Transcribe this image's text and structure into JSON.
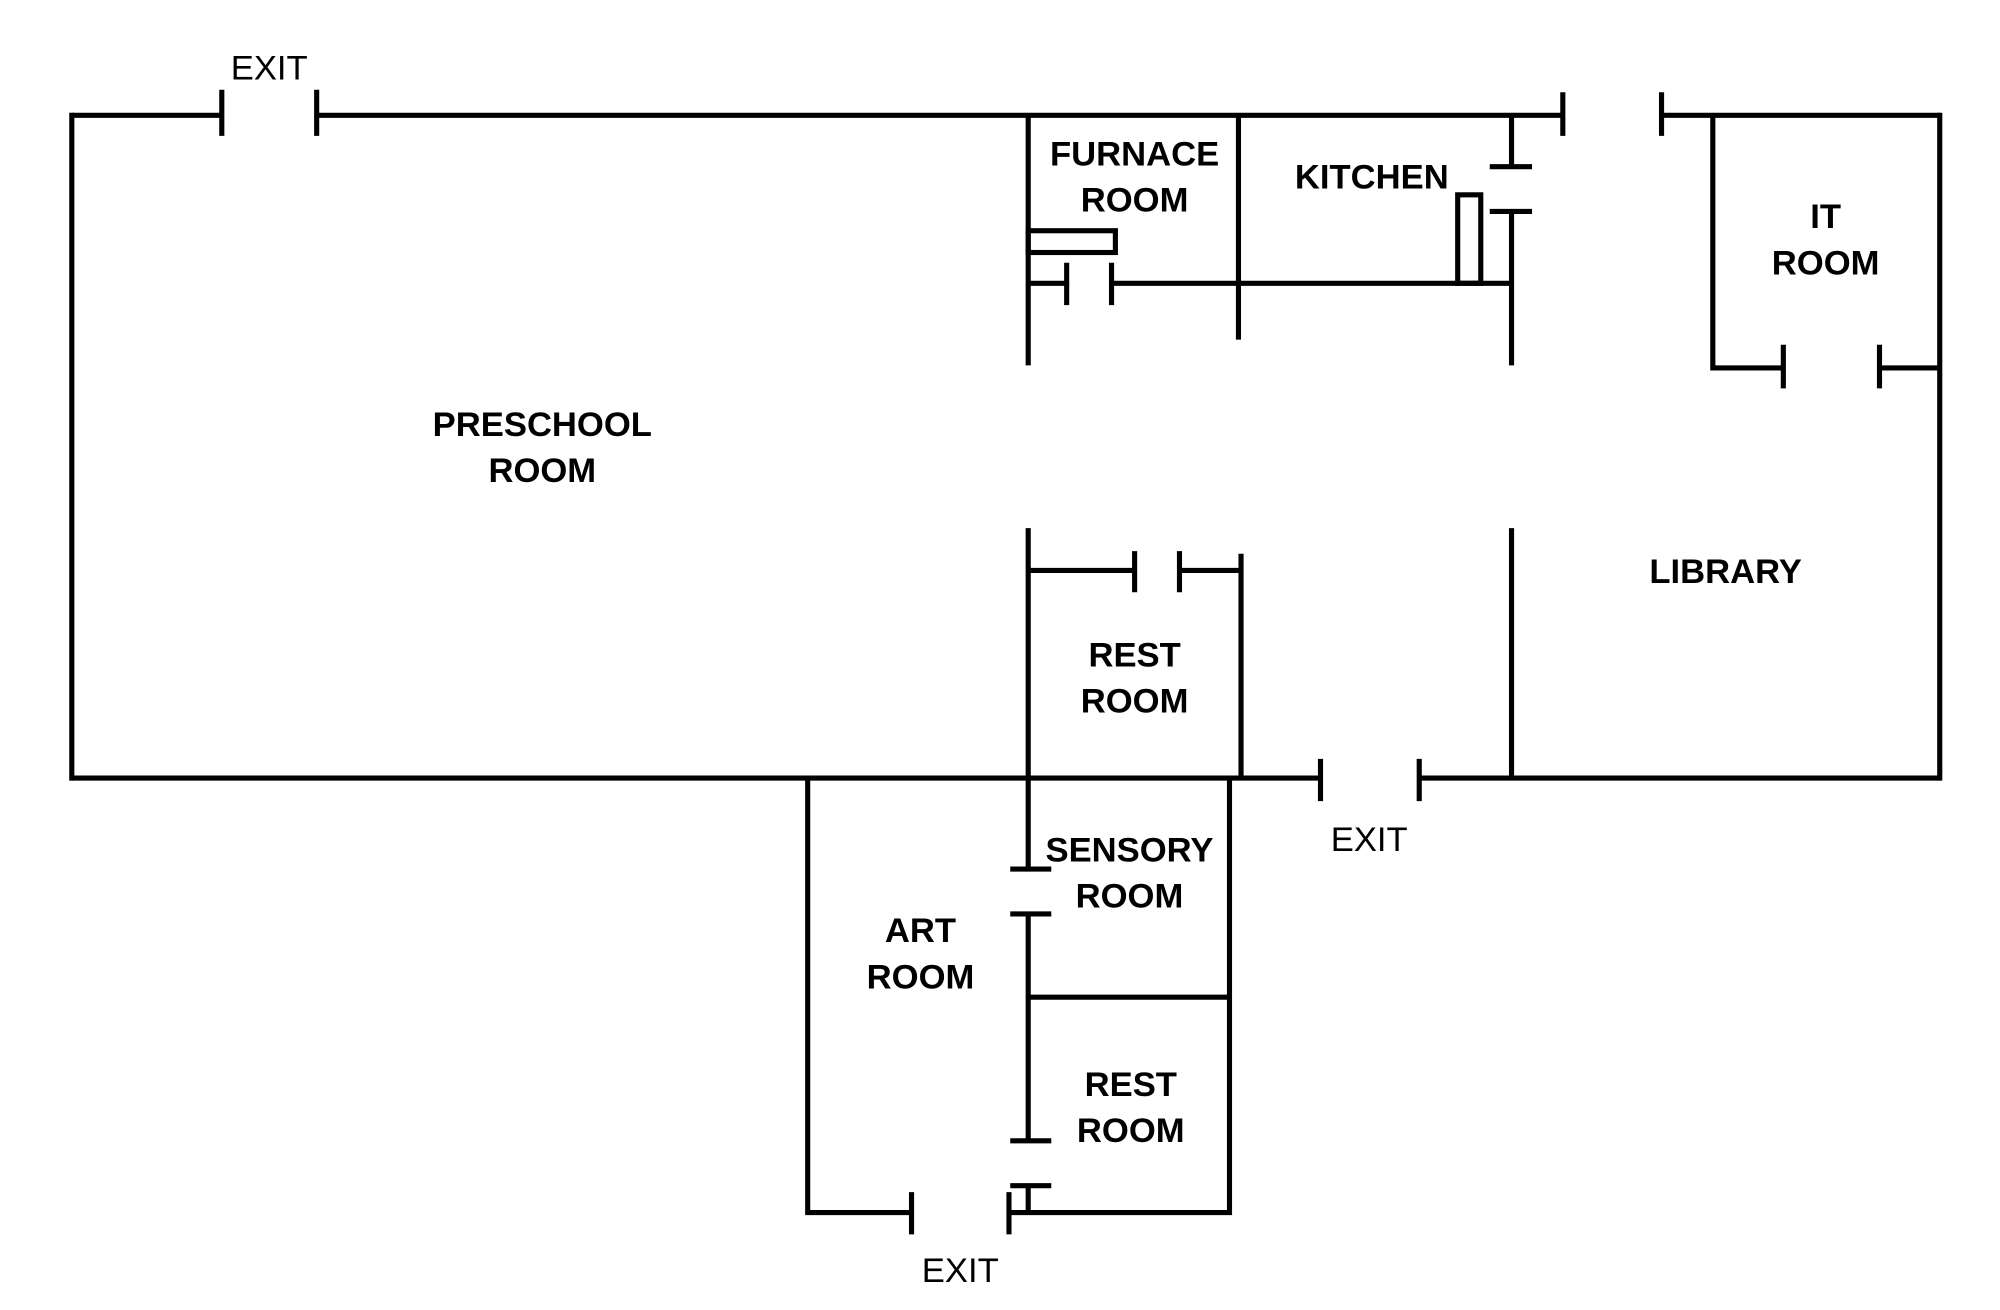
{
  "rooms": {
    "preschool": [
      "PRESCHOOL",
      "ROOM"
    ],
    "furnace": [
      "FURNACE",
      "ROOM"
    ],
    "kitchen": [
      "KITCHEN"
    ],
    "it": [
      "IT",
      "ROOM"
    ],
    "library": [
      "LIBRARY"
    ],
    "rest_room_upper": [
      "REST",
      "ROOM"
    ],
    "sensory": [
      "SENSORY",
      "ROOM"
    ],
    "art": [
      "ART",
      "ROOM"
    ],
    "rest_room_lower": [
      "REST",
      "ROOM"
    ]
  },
  "exits": {
    "top_left": "EXIT",
    "bottom_middle": "EXIT",
    "bottom_art": "EXIT"
  },
  "colors": {
    "wall": "#000000",
    "background": "#ffffff"
  }
}
